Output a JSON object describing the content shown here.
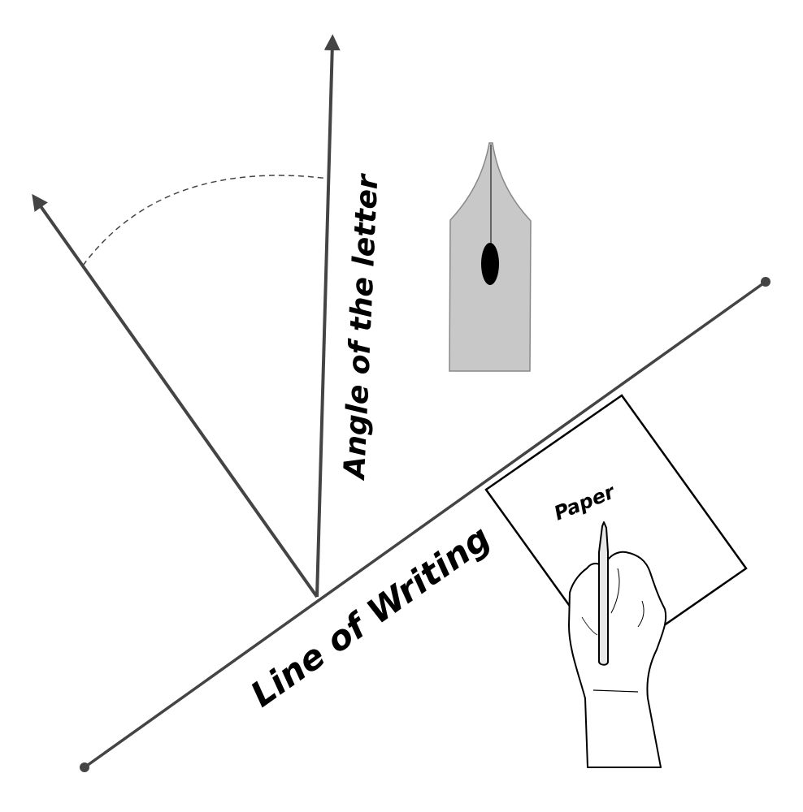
{
  "labels": {
    "angle": "Angle of the letter",
    "line": "Line of Writing",
    "paper": "Paper"
  },
  "colors": {
    "axis": "#444444",
    "nib_fill": "#c8c8c8",
    "nib_stroke": "#888888",
    "ink": "#000000"
  },
  "icons": [
    "pen-nib-icon",
    "hand-holding-pen-icon"
  ]
}
